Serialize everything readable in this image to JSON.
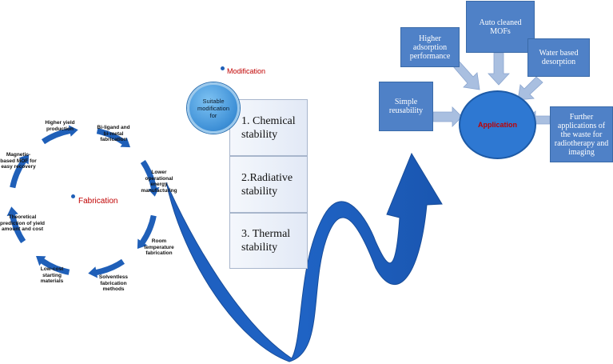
{
  "fabrication": {
    "center_label": "Fabrication",
    "steps": [
      "Higher yield production",
      "Bi-ligand and bi-metal fabrication",
      "Lower operational energy manufacturing",
      "Room temperature fabrication",
      "Solventless fabrication methods",
      "Low-cost starting materials",
      "Theoretical prediction of yield amount and cost",
      "Magnetic-based MOF for easy recovery"
    ]
  },
  "modification": {
    "title": "Modification",
    "circle_label": "Suitable modification for",
    "items": [
      "1. Chemical stability",
      "2.Radiative stability",
      "3. Thermal stability"
    ]
  },
  "application": {
    "center_label": "Application",
    "items": [
      "Simple reusability",
      "Higher adsorption performance",
      "Auto cleaned MOFs",
      "Water based desorption",
      "Further applications of the waste for radiotherapy and imaging"
    ]
  },
  "colors": {
    "arrow_blue": "#1f5fb8",
    "box_blue": "#4f81c7",
    "label_red": "#c00000",
    "panel_arrow": "#a9bfe0"
  }
}
